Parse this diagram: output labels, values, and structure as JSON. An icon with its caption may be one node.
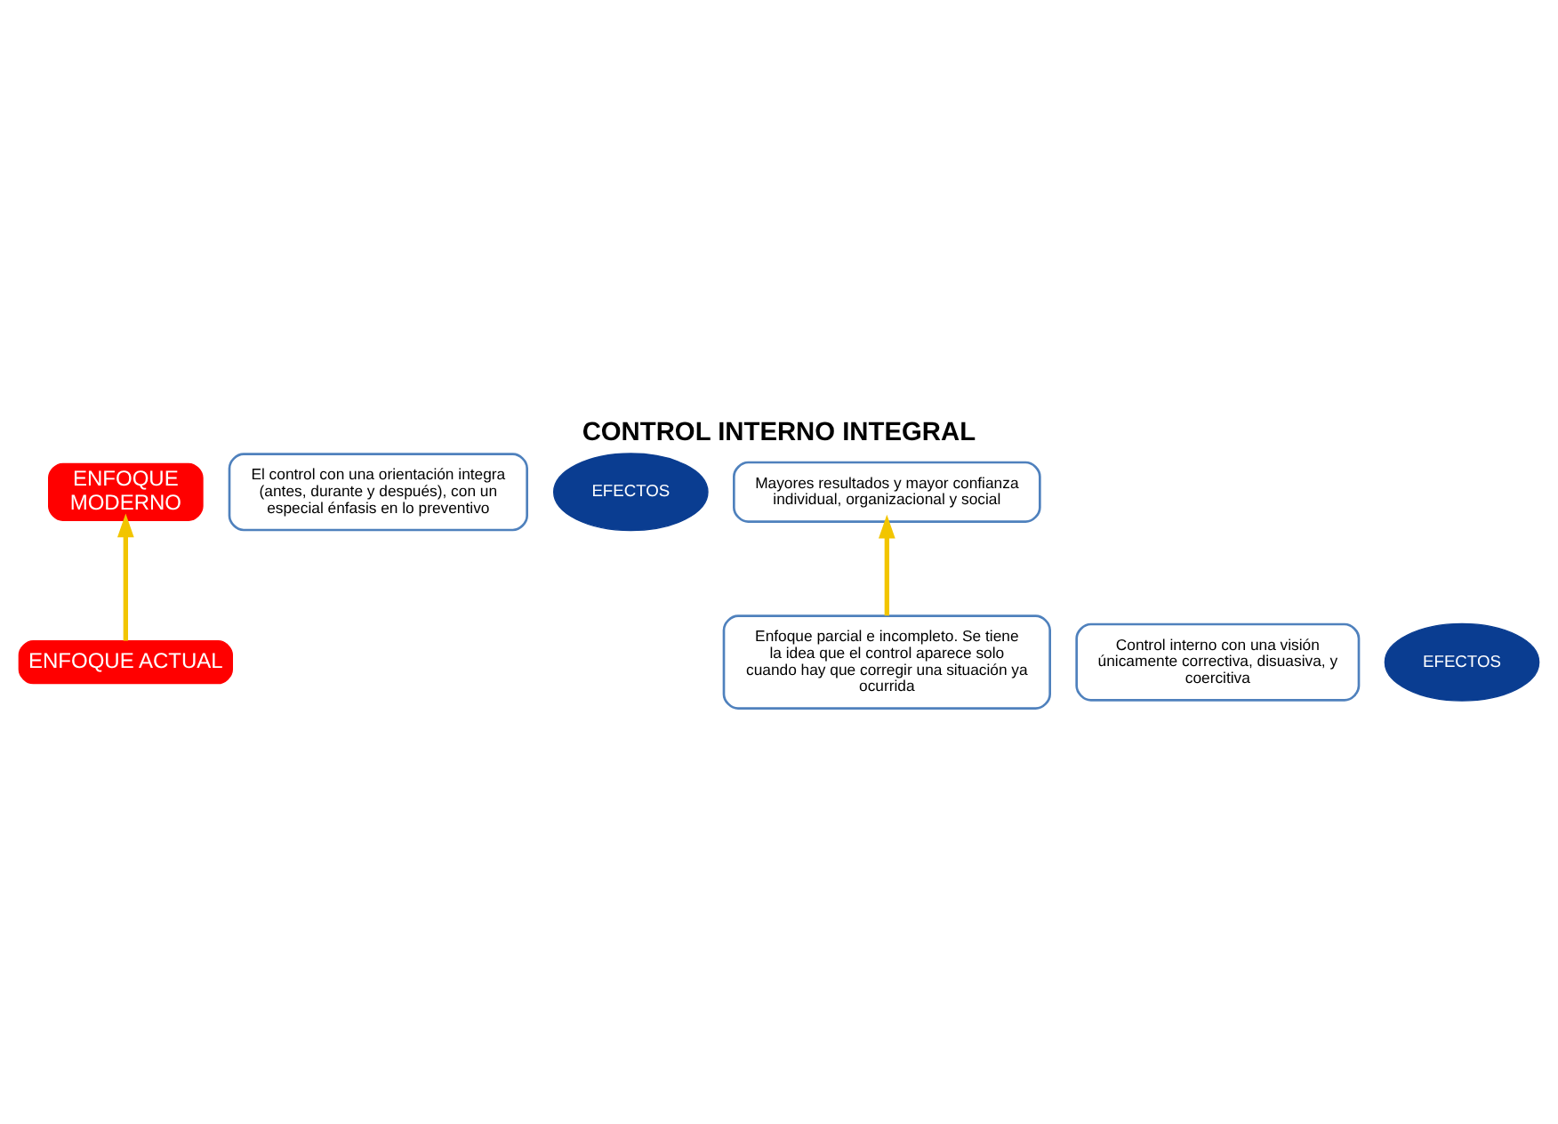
{
  "diagram": {
    "title": "CONTROL INTERNO INTEGRAL",
    "nodes": [
      {
        "text": [
          "ENFOQUE MODERNO"
        ]
      },
      {
        "text": [
          "El control con una orientación integra (antes, durante y después), con un especial énfasis en lo preventivo"
        ]
      },
      {
        "text": [
          "EFECTOS"
        ]
      },
      {
        "text": [
          "Mayores resultados y mayor confianza individual, organizacional y social"
        ]
      },
      {
        "text": [
          "ENFOQUE ACTUAL"
        ]
      },
      {
        "text": [
          "Control interno con una visión únicamente correctiva, disuasiva, y coercitiva"
        ]
      },
      {
        "text": [
          "EFECTOS"
        ]
      },
      {
        "text": [
          "Enfoque parcial e incompleto. Se tiene la idea que el control aparece solo cuando hay que corregir una situación ya ocurrida"
        ]
      }
    ],
    "edges": [
      {
        "from": 4,
        "to": 0,
        "arrow": "to"
      },
      {
        "from": 7,
        "to": 3,
        "arrow": "to"
      }
    ]
  }
}
